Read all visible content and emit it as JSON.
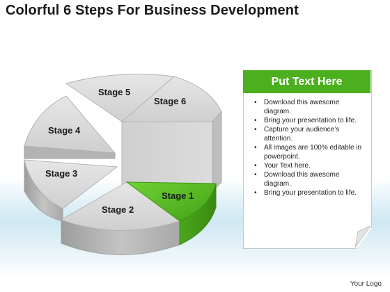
{
  "title": "Colorful 6 Steps For Business Development",
  "stages": [
    {
      "label": "Stage 1",
      "color": "#5dba2c"
    },
    {
      "label": "Stage 2",
      "color": "#d8d8d8"
    },
    {
      "label": "Stage 3",
      "color": "#d8d8d8"
    },
    {
      "label": "Stage 4",
      "color": "#d8d8d8"
    },
    {
      "label": "Stage 5",
      "color": "#d8d8d8"
    },
    {
      "label": "Stage 6",
      "color": "#d8d8d8"
    }
  ],
  "panel": {
    "header": "Put Text Here",
    "header_color": "#4caf1e",
    "items": [
      "Download this awesome diagram.",
      "Bring your presentation to life.",
      "Capture your audience’s attention.",
      "All images are 100% editable in powerpoint.",
      "Your Text here.",
      "Download this awesome diagram.",
      "Bring your presentation to life."
    ]
  },
  "footer": "Your Logo"
}
